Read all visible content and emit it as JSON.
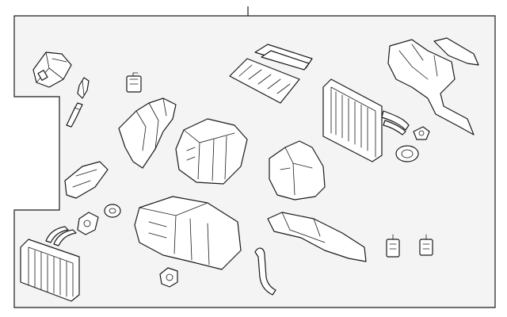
{
  "diagram": {
    "type": "exploded-parts-illustration",
    "background_color": "#ffffff",
    "frame_fill": "#f4f4f4",
    "line_color": "#1a1a1a",
    "parts": [
      "blower-motor-resistor",
      "wiring-clip",
      "small-hose",
      "servo-actuator",
      "upper-duct-bracket",
      "ac-filter-frame",
      "cabin-air-filter",
      "evaporator-core",
      "evaporator-tubes",
      "evaporator-seal-bracket",
      "upper-heater-case",
      "mode-door-case-half",
      "ac-expansion-valve",
      "case-grommet",
      "floor-duct",
      "lower-blower-case",
      "heater-core",
      "heater-core-pipes",
      "pipe-clamp",
      "drain-grommet",
      "actuator-motor",
      "drain-hose",
      "rear-floor-duct",
      "mode-actuator-left",
      "mode-actuator-right"
    ]
  }
}
